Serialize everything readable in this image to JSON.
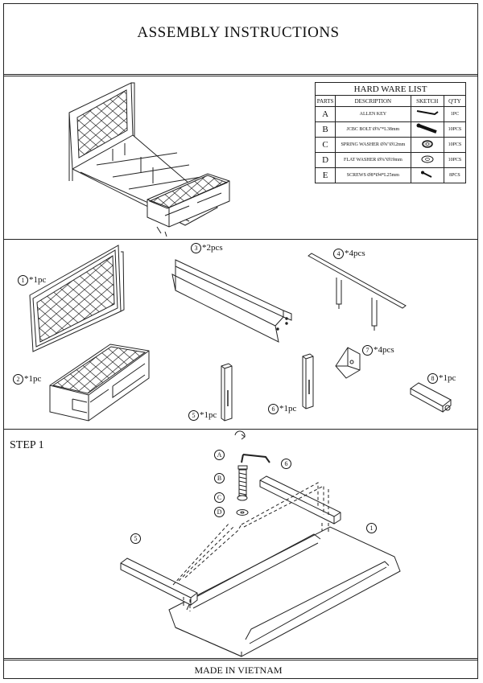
{
  "title": "ASSEMBLY INSTRUCTIONS",
  "hardware_list": {
    "caption": "HARD WARE LIST",
    "headers": [
      "PARTS",
      "DESCRIPTION",
      "SKETCH",
      "Q'TY"
    ],
    "rows": [
      {
        "part": "A",
        "description": "ALLEN KEY",
        "qty": "1PC"
      },
      {
        "part": "B",
        "description": "JCBC BOLT Ø⅝\"*L38mm",
        "qty": "10PCS"
      },
      {
        "part": "C",
        "description": "SPRING WASHER Ø⅝\"Ø12mm",
        "qty": "10PCS"
      },
      {
        "part": "D",
        "description": "FLAT WASHER Ø⅝\"Ø19mm",
        "qty": "10PCS"
      },
      {
        "part": "E",
        "description": "SCREWS Ø8*Ø4*L25mm",
        "qty": "8PCS"
      }
    ]
  },
  "parts": [
    {
      "num": "1",
      "qty": "*1pc"
    },
    {
      "num": "2",
      "qty": "*1pc"
    },
    {
      "num": "3",
      "qty": "*2pcs"
    },
    {
      "num": "4",
      "qty": "*4pcs"
    },
    {
      "num": "5",
      "qty": "*1pc"
    },
    {
      "num": "6",
      "qty": "*1pc"
    },
    {
      "num": "7",
      "qty": "*4pcs"
    },
    {
      "num": "8",
      "qty": "*1pc"
    }
  ],
  "step": {
    "label": "STEP  1",
    "hardware_callouts": [
      "A",
      "B",
      "C",
      "D"
    ],
    "part_callouts": [
      "6",
      "5",
      "1"
    ]
  },
  "footer": "MADE IN VIETNAM"
}
